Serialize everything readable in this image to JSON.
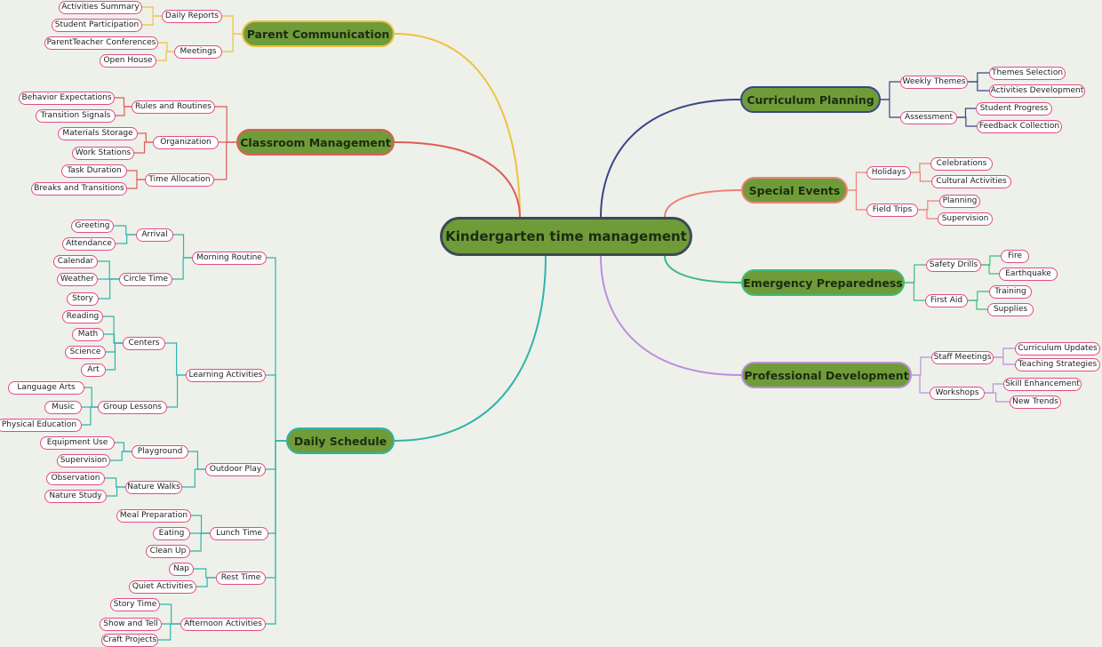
{
  "root": "Kindergarten time management",
  "branches": {
    "parent": {
      "label": "Parent Communication",
      "daily": {
        "label": "Daily Reports",
        "items": [
          "Activities Summary",
          "Student Participation"
        ]
      },
      "meetings": {
        "label": "Meetings",
        "items": [
          "ParentTeacher Conferences",
          "Open House"
        ]
      }
    },
    "classroom": {
      "label": "Classroom Management",
      "rules": {
        "label": "Rules and Routines",
        "items": [
          "Behavior Expectations",
          "Transition Signals"
        ]
      },
      "org": {
        "label": "Organization",
        "items": [
          "Materials Storage",
          "Work Stations"
        ]
      },
      "time": {
        "label": "Time Allocation",
        "items": [
          "Task Duration",
          "Breaks and Transitions"
        ]
      }
    },
    "daily": {
      "label": "Daily Schedule",
      "morning": {
        "label": "Morning Routine",
        "arrival": {
          "label": "Arrival",
          "items": [
            "Greeting",
            "Attendance"
          ]
        },
        "circle": {
          "label": "Circle Time",
          "items": [
            "Calendar",
            "Weather",
            "Story"
          ]
        }
      },
      "learning": {
        "label": "Learning Activities",
        "centers": {
          "label": "Centers",
          "items": [
            "Reading",
            "Math",
            "Science",
            "Art"
          ]
        },
        "group": {
          "label": "Group Lessons",
          "items": [
            "Language Arts",
            "Music",
            "Physical Education"
          ]
        }
      },
      "outdoor": {
        "label": "Outdoor Play",
        "playground": {
          "label": "Playground",
          "items": [
            "Equipment Use",
            "Supervision"
          ]
        },
        "walks": {
          "label": "Nature Walks",
          "items": [
            "Observation",
            "Nature Study"
          ]
        }
      },
      "lunch": {
        "label": "Lunch Time",
        "items": [
          "Meal Preparation",
          "Eating",
          "Clean Up"
        ]
      },
      "rest": {
        "label": "Rest Time",
        "items": [
          "Nap",
          "Quiet Activities"
        ]
      },
      "afternoon": {
        "label": "Afternoon Activities",
        "items": [
          "Story Time",
          "Show and Tell",
          "Craft Projects"
        ]
      }
    },
    "curriculum": {
      "label": "Curriculum Planning",
      "weekly": {
        "label": "Weekly Themes",
        "items": [
          "Themes Selection",
          "Activities Development"
        ]
      },
      "assessment": {
        "label": "Assessment",
        "items": [
          "Student Progress",
          "Feedback Collection"
        ]
      }
    },
    "special": {
      "label": "Special Events",
      "holidays": {
        "label": "Holidays",
        "items": [
          "Celebrations",
          "Cultural Activities"
        ]
      },
      "trips": {
        "label": "Field Trips",
        "items": [
          "Planning",
          "Supervision"
        ]
      }
    },
    "emergency": {
      "label": "Emergency Preparedness",
      "drills": {
        "label": "Safety Drills",
        "items": [
          "Fire",
          "Earthquake"
        ]
      },
      "firstaid": {
        "label": "First Aid",
        "items": [
          "Training",
          "Supplies"
        ]
      }
    },
    "professional": {
      "label": "Professional Development",
      "staff": {
        "label": "Staff Meetings",
        "items": [
          "Curriculum Updates",
          "Teaching Strategies"
        ]
      },
      "workshops": {
        "label": "Workshops",
        "items": [
          "Skill Enhancement",
          "New Trends"
        ]
      }
    }
  },
  "colors": {
    "background": "#eef1e9",
    "node_fill": "#6f9c38",
    "leaf_border": "#e24b86",
    "root_border": "#3c4a56",
    "parent": "#f0c040",
    "classroom": "#e05a5a",
    "daily": "#2fb3ad",
    "curriculum": "#3b4389",
    "special": "#f08078",
    "emergency": "#3dbb7e",
    "professional": "#bb8ee0"
  }
}
